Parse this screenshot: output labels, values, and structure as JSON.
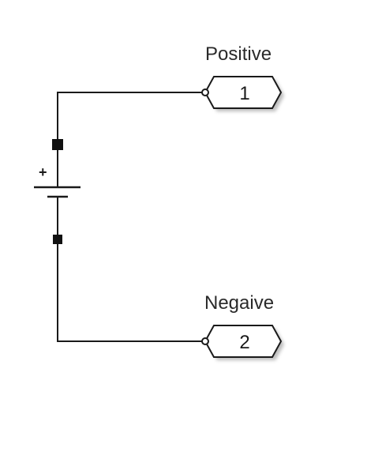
{
  "battery": {
    "polarity_symbol": "+"
  },
  "ports": [
    {
      "number": "1",
      "label": "Positive"
    },
    {
      "number": "2",
      "label": "Negaive"
    }
  ]
}
